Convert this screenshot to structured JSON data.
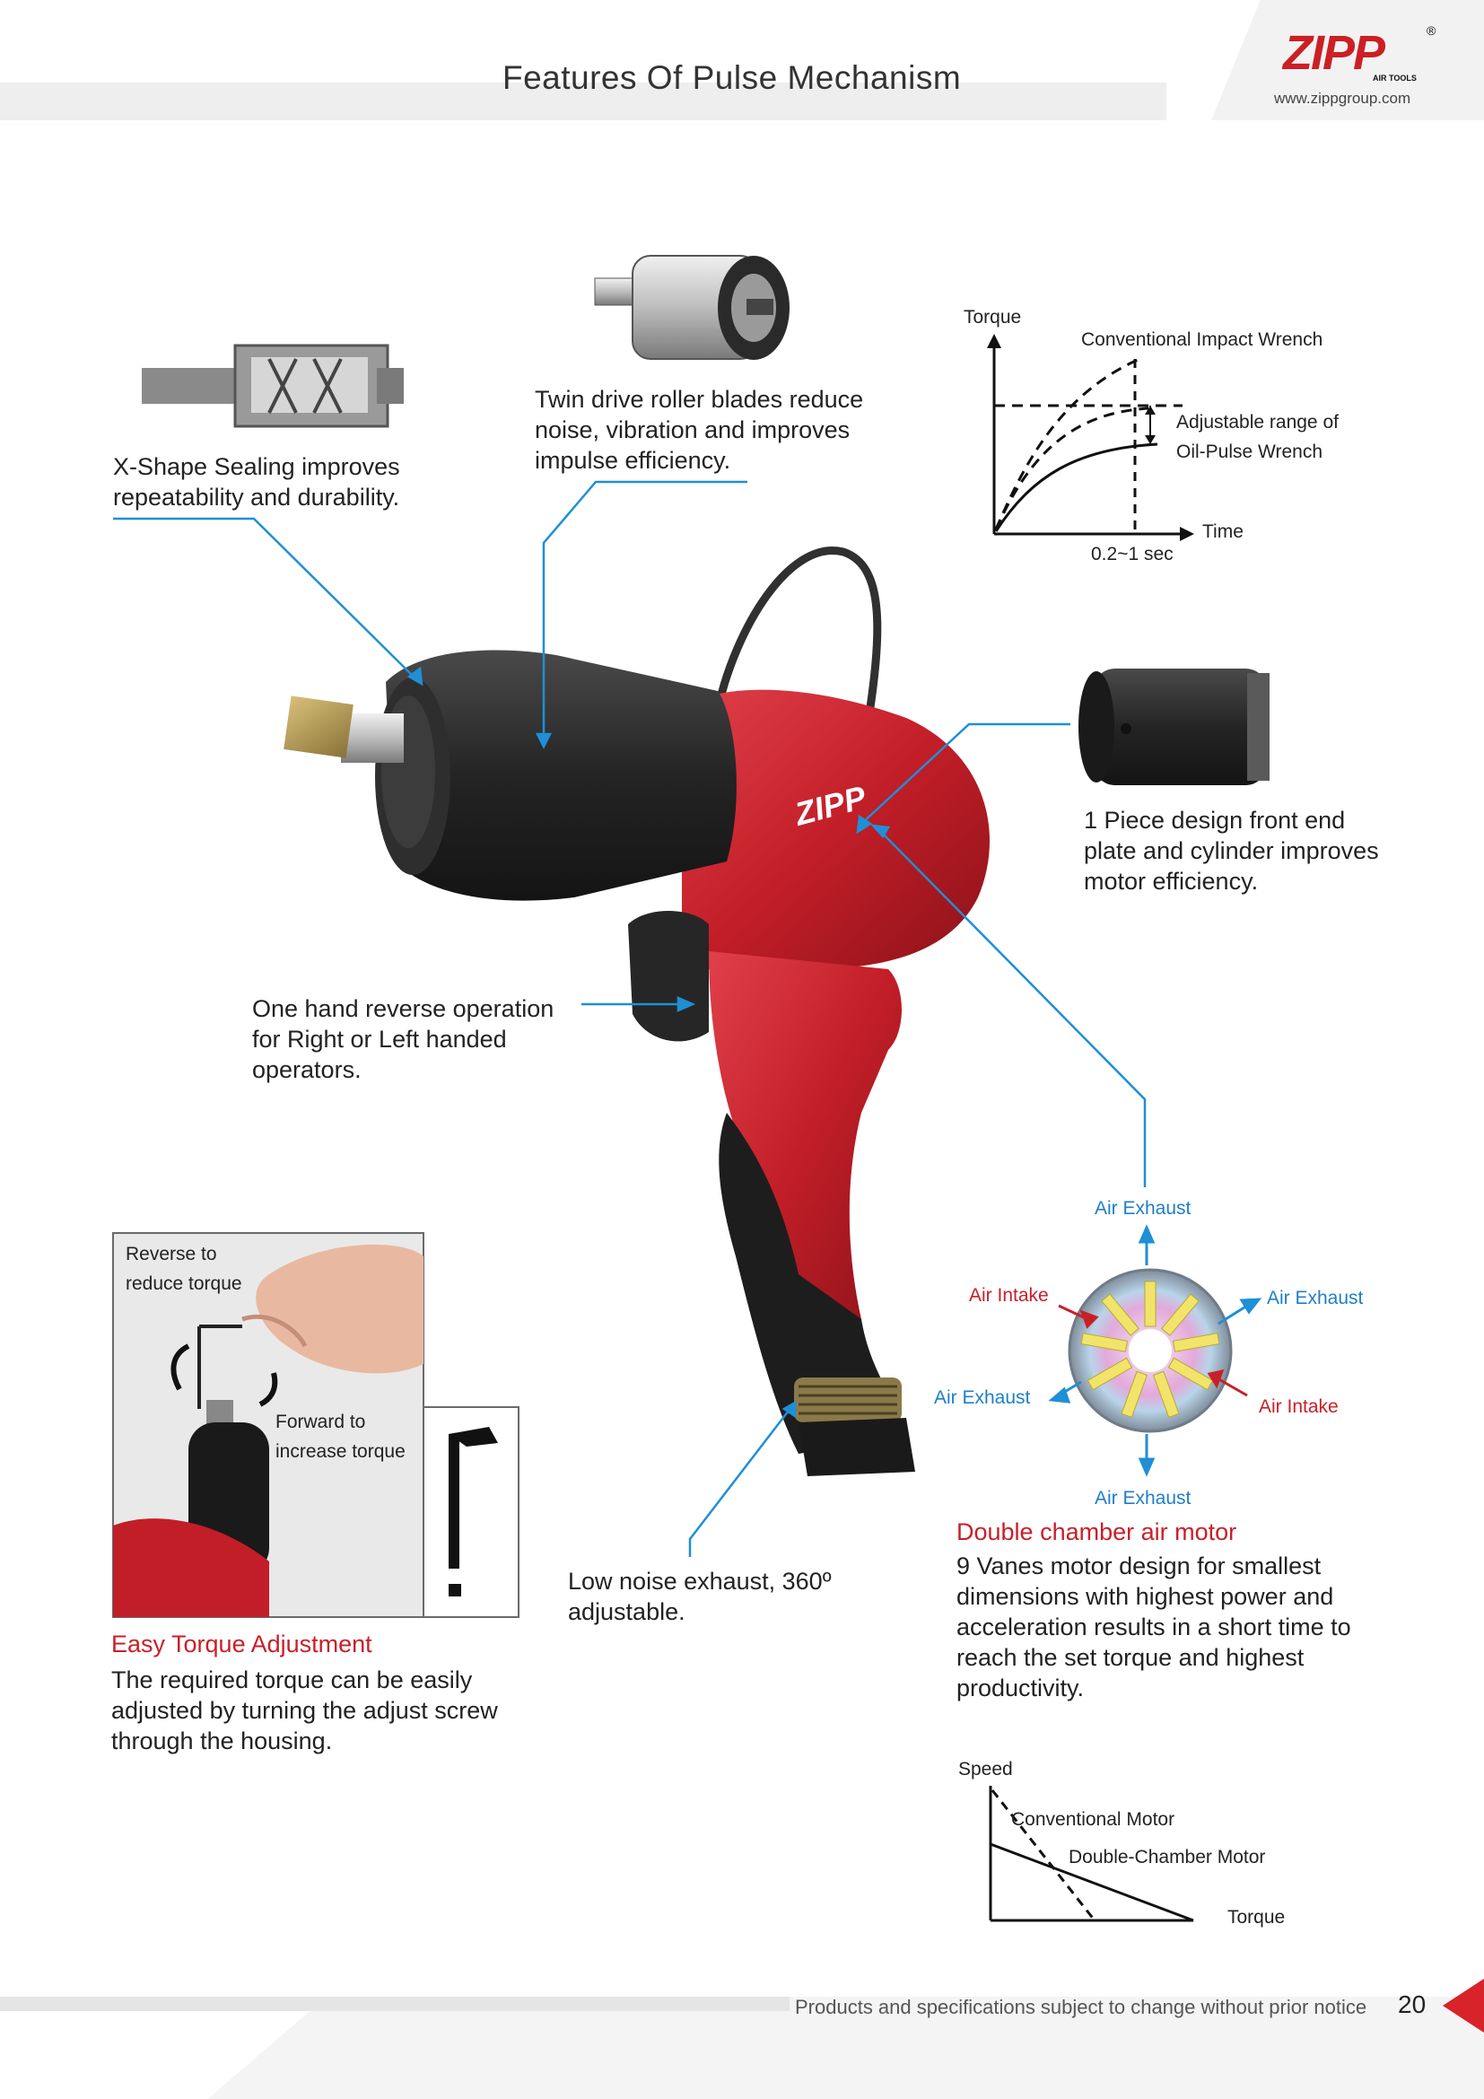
{
  "header": {
    "title": "Features Of Pulse Mechanism",
    "logo_text": "ZIPP",
    "logo_sub": "AIR TOOLS",
    "logo_reg": "®",
    "website": "www.zippgroup.com"
  },
  "features": {
    "x_shape": "X-Shape Sealing improves repeatability and durability.",
    "twin_drive": "Twin drive roller blades reduce noise, vibration and improves impulse efficiency.",
    "one_piece": "1 Piece design front end plate and cylinder improves motor efficiency.",
    "reverse_op": "One hand reverse operation for Right or Left handed operators.",
    "low_noise": "Low noise exhaust, 360º adjustable."
  },
  "torque_graph": {
    "y_label": "Torque",
    "x_label": "Time",
    "conventional_label": "Conventional Impact Wrench",
    "adjustable_label_1": "Adjustable range of",
    "adjustable_label_2": "Oil-Pulse Wrench",
    "time_label": "0.2~1 sec"
  },
  "torque_adjust": {
    "reverse_label_1": "Reverse to",
    "reverse_label_2": "reduce torque",
    "forward_label_1": "Forward to",
    "forward_label_2": "increase torque",
    "heading": "Easy Torque Adjustment",
    "body": "The required torque can be easily adjusted by turning the adjust screw through the housing."
  },
  "motor_diagram": {
    "air_exhaust": "Air Exhaust",
    "air_intake": "Air Intake"
  },
  "double_chamber": {
    "heading": "Double chamber air motor",
    "body": "9 Vanes motor design for smallest dimensions with highest power and acceleration results in a short time to reach the set torque and highest productivity."
  },
  "speed_graph": {
    "y_label": "Speed",
    "x_label": "Torque",
    "conventional_label": "Conventional Motor",
    "double_label": "Double-Chamber Motor"
  },
  "footer": {
    "note": "Products and specifications subject to change without prior notice",
    "page": "20"
  },
  "colors": {
    "brand_red": "#cc1f24",
    "callout_blue": "#1f8fd6",
    "tool_black": "#262626"
  }
}
